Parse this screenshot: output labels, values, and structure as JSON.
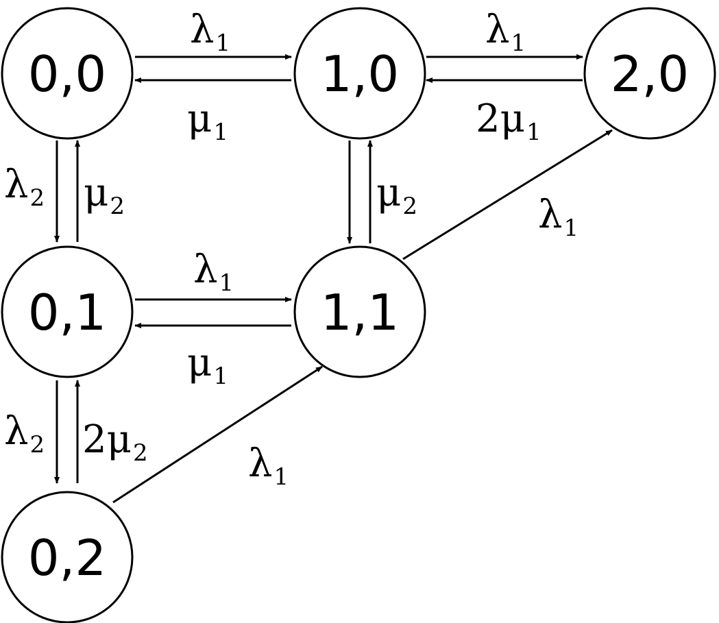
{
  "colors": {
    "stroke": "#000000",
    "background": "#ffffff"
  },
  "states": [
    {
      "id": "n00",
      "label": "0,0"
    },
    {
      "id": "n10",
      "label": "1,0"
    },
    {
      "id": "n20",
      "label": "2,0"
    },
    {
      "id": "n01",
      "label": "0,1"
    },
    {
      "id": "n11",
      "label": "1,1"
    },
    {
      "id": "n02",
      "label": "0,2"
    }
  ],
  "transitions": [
    {
      "id": "t00_10",
      "from": "0,0",
      "to": "1,0",
      "coef": "",
      "symbol": "λ",
      "sub": "1"
    },
    {
      "id": "t10_00",
      "from": "1,0",
      "to": "0,0",
      "coef": "",
      "symbol": "μ",
      "sub": "1"
    },
    {
      "id": "t10_20",
      "from": "1,0",
      "to": "2,0",
      "coef": "",
      "symbol": "λ",
      "sub": "1"
    },
    {
      "id": "t20_10",
      "from": "2,0",
      "to": "1,0",
      "coef": "2",
      "symbol": "μ",
      "sub": "1"
    },
    {
      "id": "t00_01",
      "from": "0,0",
      "to": "0,1",
      "coef": "",
      "symbol": "λ",
      "sub": "2"
    },
    {
      "id": "t01_00",
      "from": "0,1",
      "to": "0,0",
      "coef": "",
      "symbol": "μ",
      "sub": "2"
    },
    {
      "id": "t10_11",
      "from": "1,0",
      "to": "1,1",
      "coef": "",
      "symbol": "",
      "sub": ""
    },
    {
      "id": "t11_10",
      "from": "1,1",
      "to": "1,0",
      "coef": "",
      "symbol": "μ",
      "sub": "2"
    },
    {
      "id": "t11_20",
      "from": "1,1",
      "to": "2,0",
      "coef": "",
      "symbol": "λ",
      "sub": "1"
    },
    {
      "id": "t01_11",
      "from": "0,1",
      "to": "1,1",
      "coef": "",
      "symbol": "λ",
      "sub": "1"
    },
    {
      "id": "t11_01",
      "from": "1,1",
      "to": "0,1",
      "coef": "",
      "symbol": "μ",
      "sub": "1"
    },
    {
      "id": "t01_02",
      "from": "0,1",
      "to": "0,2",
      "coef": "",
      "symbol": "λ",
      "sub": "2"
    },
    {
      "id": "t02_01",
      "from": "0,2",
      "to": "0,1",
      "coef": "2",
      "symbol": "μ",
      "sub": "2"
    },
    {
      "id": "t02_11",
      "from": "0,2",
      "to": "1,1",
      "coef": "",
      "symbol": "λ",
      "sub": "1"
    }
  ]
}
